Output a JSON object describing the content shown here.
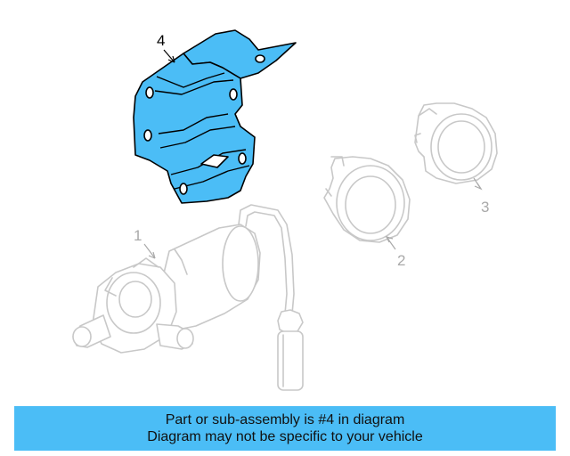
{
  "diagram": {
    "callouts": {
      "c1": "1",
      "c2": "2",
      "c3": "3",
      "c4": "4"
    },
    "parts": {
      "bracket": "bracket",
      "pump": "auxiliary-pump",
      "clamp_small": "clamp",
      "clamp_large": "clamp"
    }
  },
  "colors": {
    "highlight": "#4bbdf6",
    "ghost": "#c8c8c8",
    "callout_dark": "#000000",
    "callout_light": "#a9a9a9"
  },
  "footer": {
    "line1": "Part or sub-assembly is #4 in diagram",
    "line2": "Diagram may not be specific to your vehicle"
  }
}
